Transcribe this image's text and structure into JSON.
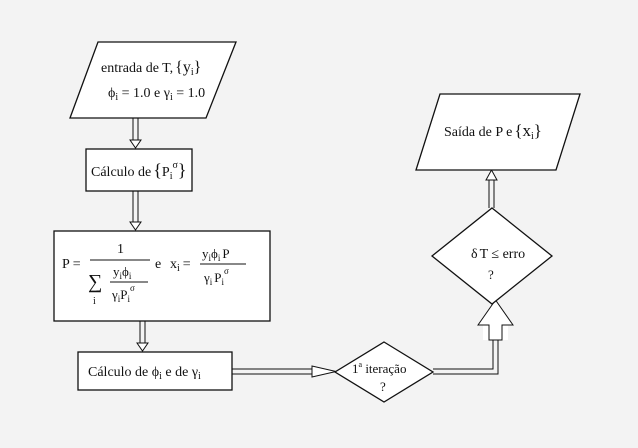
{
  "colors": {
    "background": "#f3f3f3",
    "stroke": "#111111",
    "fill": "#ffffff"
  },
  "nodes": {
    "input": {
      "line1": "entrada de T,",
      "line1_var": "{y",
      "line1_sub": "i",
      "line1_close": "}",
      "line2": "ϕ",
      "line2_sub": "i",
      "line2_rest": " = 1.0 e γ",
      "line2_sub2": "i",
      "line2_end": " = 1.0"
    },
    "calc_psat": {
      "prefix": "Cálculo de",
      "brace_open": "{",
      "var": "P",
      "sub": "i",
      "sup": "σ",
      "brace_close": "}"
    },
    "formula": {
      "p_lhs": "P =",
      "numerator": "1",
      "sum_symbol": "∑",
      "sum_index": "i",
      "inner_num": "y",
      "inner_num_sub": "i",
      "inner_num_phi": "ϕ",
      "inner_num_phi_sub": "i",
      "inner_den": "γ",
      "inner_den_sub": "i",
      "inner_den_p": "P",
      "inner_den_p_sub": "i",
      "inner_den_p_sup": "σ",
      "conj": "e",
      "x_lhs": "x",
      "x_lhs_sub": "i",
      "x_eq": "=",
      "x_num": "y",
      "x_num_sub": "i",
      "x_num_phi": "ϕ",
      "x_num_phi_sub": "i",
      "x_num_p": "P",
      "x_den": "γ",
      "x_den_sub": "i",
      "x_den_p": "P",
      "x_den_p_sub": "i",
      "x_den_p_sup": "σ"
    },
    "calc_coeffs": {
      "prefix": "Cálculo de ",
      "phi": "ϕ",
      "phi_sub": "i",
      "mid": " e de ",
      "gamma": "γ",
      "gamma_sub": "i"
    },
    "first_iter": {
      "line1": "1",
      "sup": "a",
      "line1_rest": " iteração",
      "line2": "?"
    },
    "error_check": {
      "delta": "δ",
      "line1_rest": "T ≤ erro",
      "line2": "?"
    },
    "output": {
      "prefix": "Saída de P e",
      "var": "{x",
      "sub": "i",
      "close": "}"
    }
  }
}
